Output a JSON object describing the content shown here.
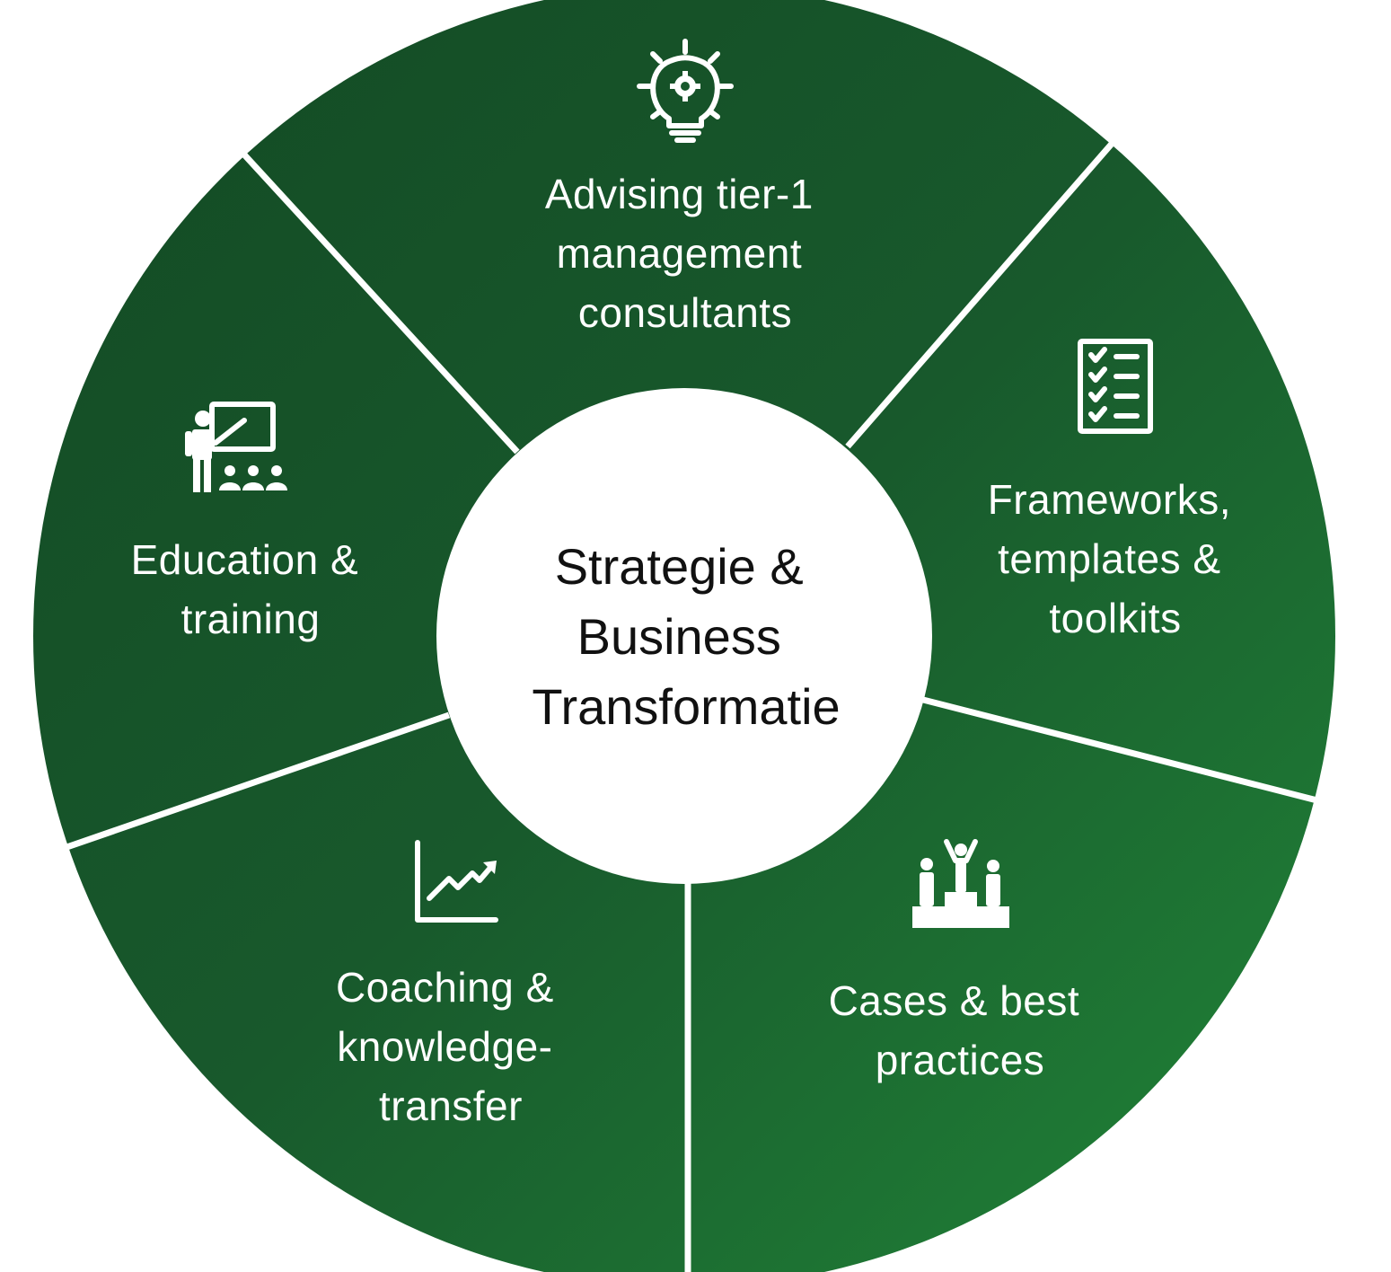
{
  "center": {
    "lines": [
      "Strategie &",
      "Business",
      "Transformatie"
    ]
  },
  "segments": [
    {
      "id": "advising",
      "lines": [
        "Advising tier-1",
        "management",
        "consultants"
      ],
      "icon": "lightbulb-gear-icon"
    },
    {
      "id": "frameworks",
      "lines": [
        "Frameworks,",
        "templates &",
        "toolkits"
      ],
      "icon": "checklist-icon"
    },
    {
      "id": "cases",
      "lines": [
        "Cases & best",
        "practices"
      ],
      "icon": "podium-winners-icon"
    },
    {
      "id": "coaching",
      "lines": [
        "Coaching &",
        "knowledge-",
        "transfer"
      ],
      "icon": "growth-chart-icon"
    },
    {
      "id": "education",
      "lines": [
        "Education &",
        "training"
      ],
      "icon": "classroom-teacher-icon"
    }
  ],
  "colors": {
    "green_dark": "#15522a",
    "green_light": "#1f7f37",
    "divider": "#ffffff",
    "center_fill": "#ffffff",
    "center_text": "#111111"
  }
}
